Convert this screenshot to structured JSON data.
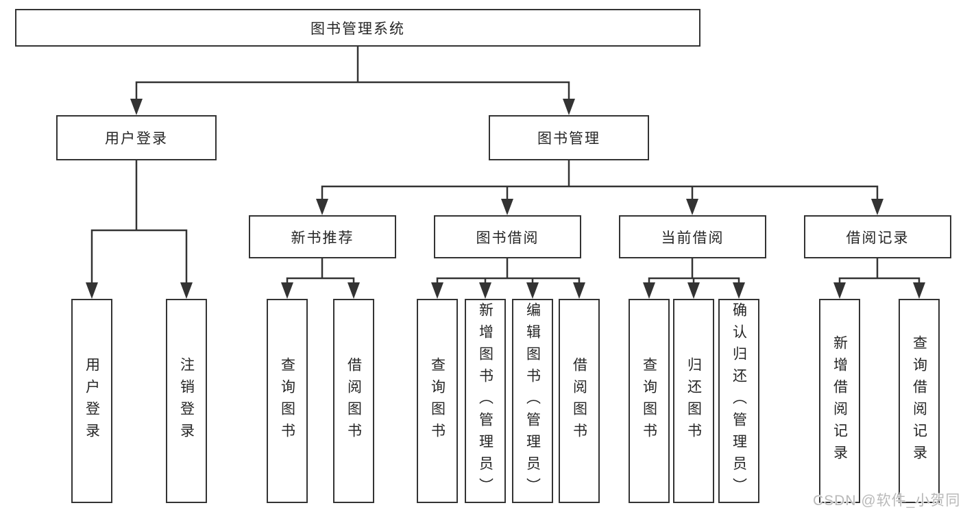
{
  "tree": {
    "root": "图书管理系统",
    "user_login": {
      "label": "用户登录",
      "children": [
        "用户登录",
        "注销登录"
      ]
    },
    "book_mgmt": {
      "label": "图书管理"
    },
    "new_books": {
      "label": "新书推荐",
      "children": [
        "查询图书",
        "借阅图书"
      ]
    },
    "book_borrow": {
      "label": "图书借阅",
      "children": [
        "查询图书",
        "新增图书（管理员）",
        "编辑图书（管理员）",
        "借阅图书"
      ]
    },
    "current_borrow": {
      "label": "当前借阅",
      "children": [
        "查询图书",
        "归还图书",
        "确认归还（管理员）"
      ]
    },
    "borrow_records": {
      "label": "借阅记录",
      "children": [
        "新增借阅记录",
        "查询借阅记录"
      ]
    }
  },
  "watermark": "CSDN @软件_小贺同学",
  "colors": {
    "line": "#333333",
    "text": "#262626",
    "background": "#ffffff",
    "watermark": "#b9b9b9"
  }
}
